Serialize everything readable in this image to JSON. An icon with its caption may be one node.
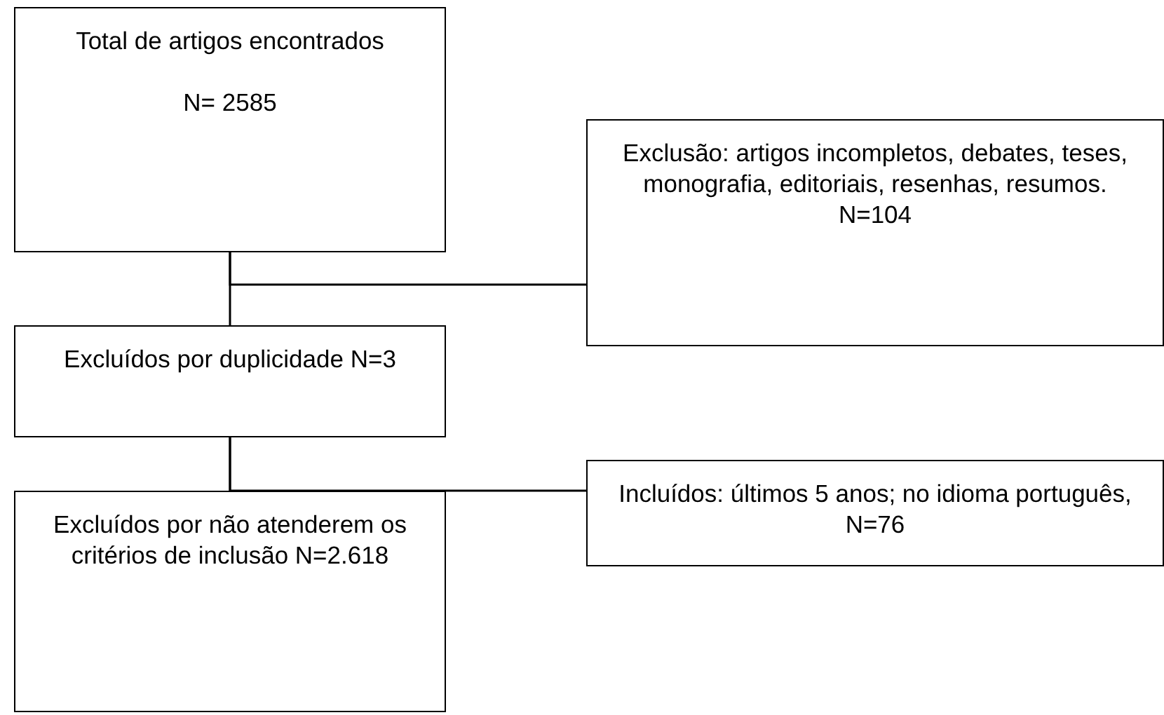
{
  "diagram": {
    "nodes": [
      {
        "text": [
          "Total de artigos encontrados",
          "N= 2585"
        ]
      },
      {
        "text": [
          "Exclusão: artigos incompletos, debates, teses, monografia, editoriais, resenhas, resumos.",
          "N=104"
        ]
      },
      {
        "text": [
          "Excluídos por duplicidade N=3"
        ]
      },
      {
        "text": [
          "Incluídos: últimos 5 anos; no idioma português, N=76"
        ]
      },
      {
        "text": [
          "Excluídos por não atenderem os critérios de inclusão N=2.618"
        ]
      }
    ],
    "edges": [
      {
        "from": 0,
        "to": 2,
        "arrow": "none"
      },
      {
        "from": 0,
        "to": 1,
        "arrow": "none"
      },
      {
        "from": 2,
        "to": 4,
        "arrow": "none"
      },
      {
        "from": 2,
        "to": 3,
        "arrow": "none"
      }
    ]
  }
}
